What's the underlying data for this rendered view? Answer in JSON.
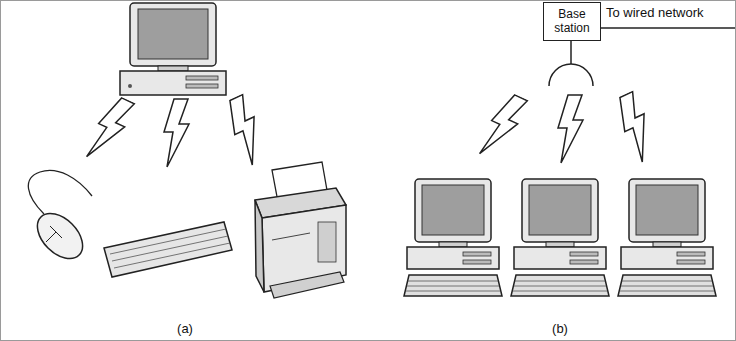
{
  "diagram": {
    "nodes": [
      {
        "text": [
          "Base station"
        ]
      }
    ],
    "labels": [
      "To wired network",
      "(a)",
      "(b)"
    ]
  }
}
